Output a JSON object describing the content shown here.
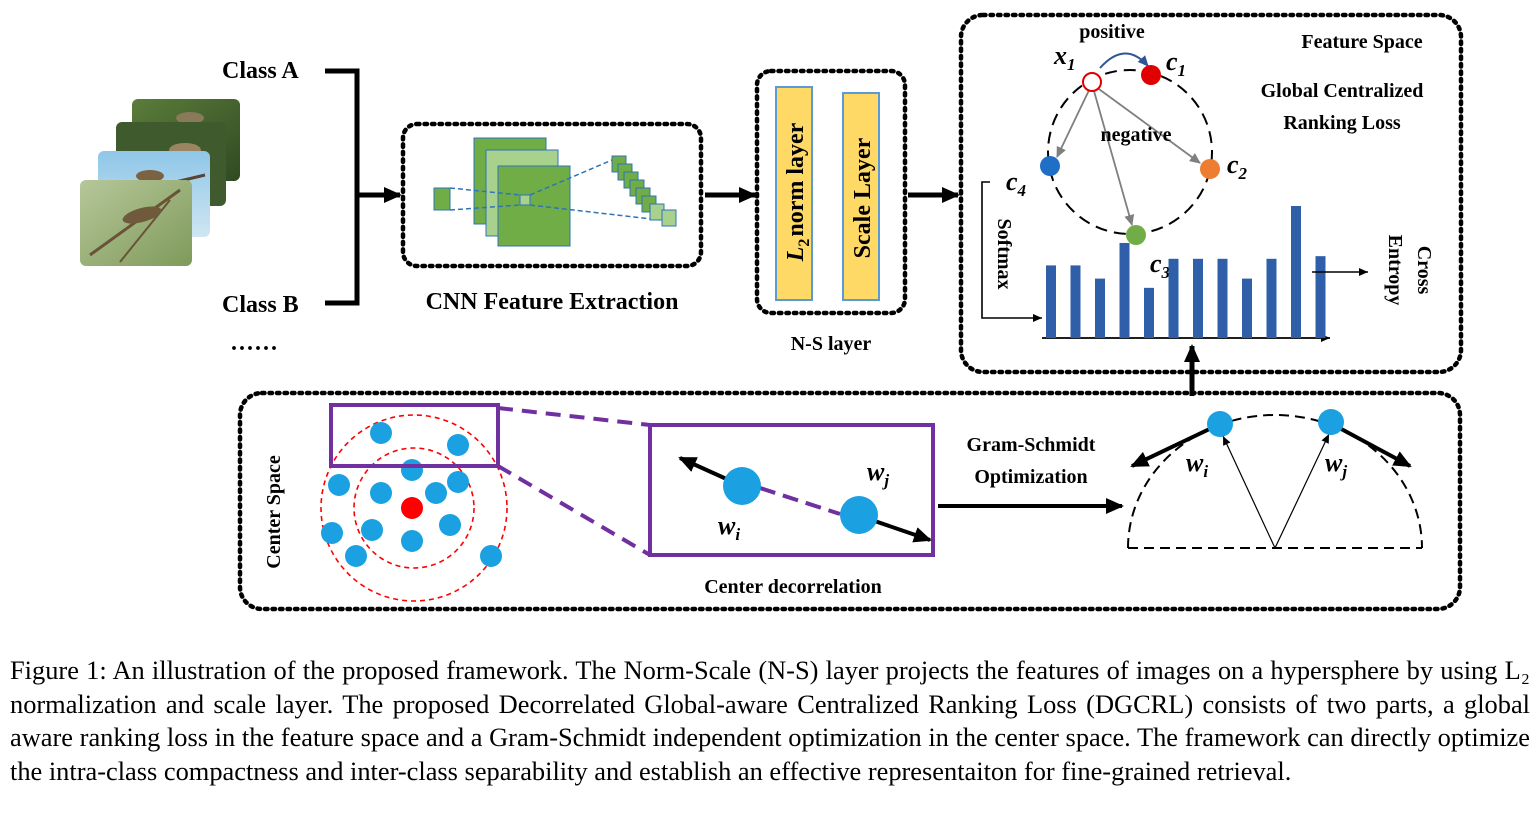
{
  "figure": {
    "class_a": "Class A",
    "class_b": "Class B",
    "ellipsis": "······",
    "cnn_label": "CNN Feature Extraction",
    "l2_norm_layer": "norm layer",
    "l2_symbol": "L",
    "l2_subscript": "2",
    "scale_layer": "Scale Layer",
    "ns_label": "N-S layer",
    "feature_space_title": "Feature Space",
    "loss_title_line1": "Global Centralized",
    "loss_title_line2": "Ranking Loss",
    "positive": "positive",
    "negative": "negative",
    "x1": "x",
    "x1_sub": "1",
    "c1": "c",
    "c1_sub": "1",
    "c2": "c",
    "c2_sub": "2",
    "c3": "c",
    "c3_sub": "3",
    "c4": "c",
    "c4_sub": "4",
    "softmax": "Softmax",
    "cross_entropy_line1": "Cross",
    "cross_entropy_line2": "Entropy",
    "center_space": "Center Space",
    "center_decorrelation": "Center decorrelation",
    "gram_line1": "Gram-Schmidt",
    "gram_line2": "Optimization",
    "wi": "w",
    "wi_sub": "i",
    "wj": "w",
    "wj_sub": "j",
    "softmax_bars": [
      0.55,
      0.55,
      0.45,
      0.72,
      0.38,
      0.6,
      0.6,
      0.6,
      0.45,
      0.6,
      1.0,
      0.62
    ],
    "colors": {
      "cnn_dark": "#70ad47",
      "cnn_light": "#a9d18e",
      "cnn_border": "#2e75b6",
      "ns_fill": "#ffd966",
      "ns_border": "#5b9bd5",
      "bar": "#2e5fa8",
      "c1": "#e00000",
      "c2": "#ed7d31",
      "c3": "#70ad47",
      "c4": "#1f6fc6",
      "center_dot": "#1ba1e2",
      "center_red": "#ff0000",
      "purple": "#7030a0"
    }
  },
  "caption": "Figure 1: An illustration of the proposed framework. The Norm-Scale (N-S) layer projects the features of images on a hypersphere by using L₂ normalization and scale layer. The proposed Decorrelated Global-aware Centralized Ranking Loss (DGCRL) consists of two parts, a global aware ranking loss in the feature space and a Gram-Schmidt independent optimization in the center space. The framework can directly optimize the intra-class compactness and inter-class separability and establish an effective representaiton for fine-grained retrieval."
}
